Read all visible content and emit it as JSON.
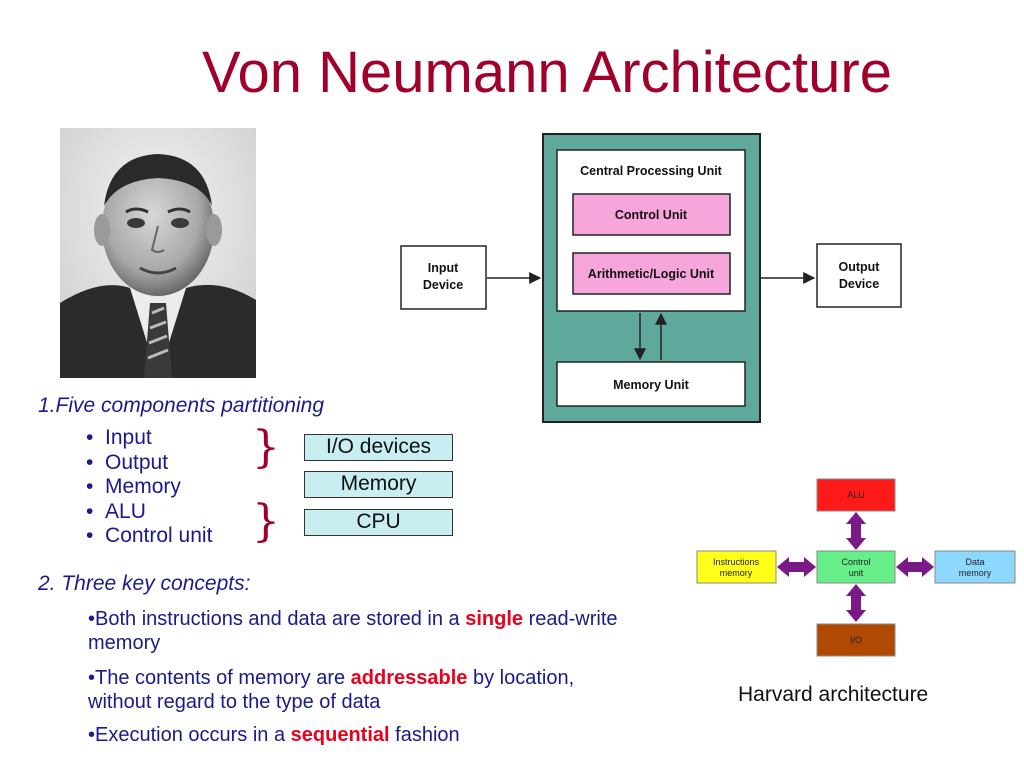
{
  "title": "Von Neumann Architecture",
  "section1": {
    "heading": "1.Five components partitioning",
    "items": [
      "Input",
      "Output",
      "Memory",
      "ALU",
      "Control unit"
    ],
    "groups": [
      "I/O devices",
      "Memory",
      "CPU"
    ]
  },
  "section2": {
    "heading": "2. Three key concepts:",
    "concepts": [
      {
        "pre": "•Both instructions and data are stored in a ",
        "highlight": "single",
        "post": " read-write memory"
      },
      {
        "pre": "•The contents of memory are ",
        "highlight": "addressable",
        "post": " by location, without regard to the type of data"
      },
      {
        "pre": "•Execution occurs in a ",
        "highlight": "sequential",
        "post": " fashion"
      }
    ]
  },
  "von_neumann_diagram": {
    "cpu_label": "Central Processing Unit",
    "control_unit": "Control Unit",
    "alu": "Arithmetic/Logic Unit",
    "memory_unit": "Memory Unit",
    "input_line1": "Input",
    "input_line2": "Device",
    "output_line1": "Output",
    "output_line2": "Device"
  },
  "harvard_diagram": {
    "alu": "ALU",
    "control_line1": "Control",
    "control_line2": "unit",
    "instr_line1": "Instructions",
    "instr_line2": "memory",
    "data_line1": "Data",
    "data_line2": "memory",
    "io": "I/O",
    "caption": "Harvard architecture"
  },
  "colors": {
    "title": "#a0002a",
    "body_text": "#1a1a8a",
    "highlight": "#e8001c",
    "cpu_frame": "#5fa89c",
    "unit_pink": "#f7a6dc",
    "harvard_alu": "#ff1a1a",
    "harvard_control": "#66ee88",
    "harvard_instr": "#ffff1a",
    "harvard_data": "#8cd8ff",
    "harvard_io": "#b04a00",
    "harvard_arrow": "#7a1a88"
  }
}
